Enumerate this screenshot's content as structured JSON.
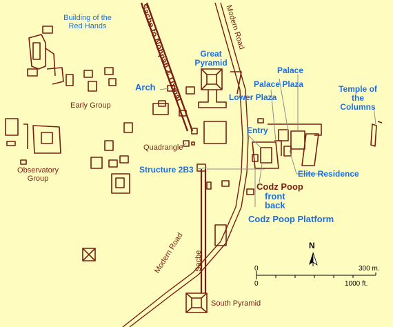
{
  "map": {
    "labels": {
      "building_red_hands": "Building of the Red Hands",
      "sacbe_nohpah": "Sacbe to Nohpah & Uxmal",
      "great_pyramid": "Great Pyramid",
      "modern_road_top": "Modern Road",
      "palace": "Palace",
      "palace_plaza": "Palace Plaza",
      "lower_plaza": "Lower Plaza",
      "arch": "Arch",
      "temple_columns": "Temple of the Columns",
      "early_group": "Early Group",
      "entry": "Entry",
      "quadrangle": "Quadrangle",
      "observatory_group": "Observatory Group",
      "structure_2b3": "Structure 2B3",
      "elite_residence": "Elite Residence",
      "codz_poop": "Codz Poop",
      "front": "front",
      "back": "back",
      "codz_poop_platform": "Codz Poop Platform",
      "modern_road_bottom": "Modern Road",
      "sacbe": "Sacbe",
      "south_pyramid": "South Pyramid"
    },
    "north": "N",
    "scale": {
      "zero_top": "0",
      "zero_bottom": "0",
      "metric": "300 m.",
      "imperial": "1000 ft."
    },
    "colors": {
      "background": "#fefdbf",
      "structure": "#7a1d12",
      "label_blue": "#1a6ee6",
      "leader": "#8c8c8c"
    }
  }
}
